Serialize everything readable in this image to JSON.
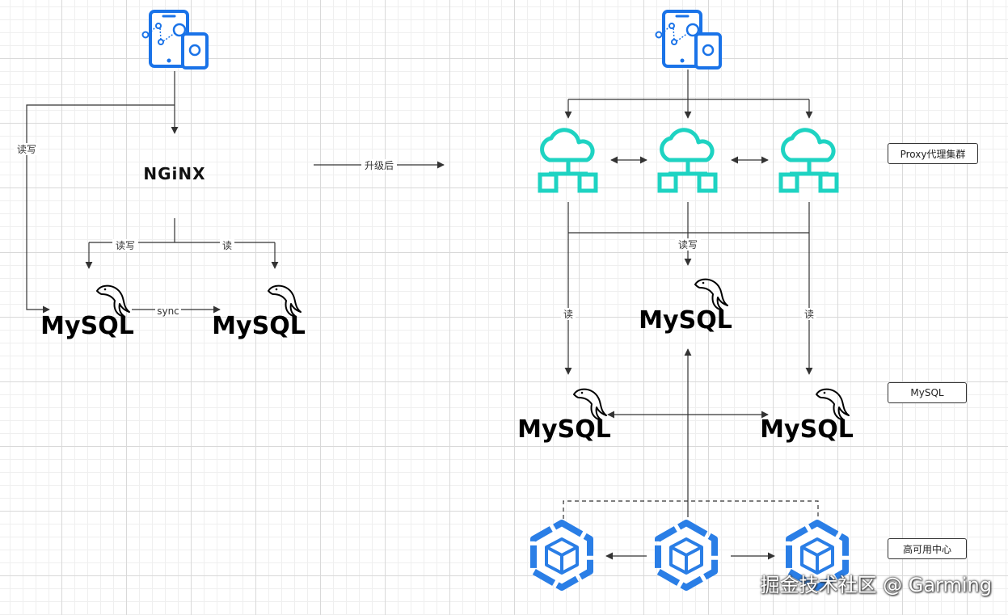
{
  "left": {
    "label_rw_side": "读写",
    "nginx": "NGiNX",
    "label_rw": "读写",
    "label_read": "读",
    "label_sync": "sync",
    "mysql_master": "MySQL",
    "mysql_slave": "MySQL"
  },
  "upgrade_label": "升级后",
  "right": {
    "label_rw": "读写",
    "label_read_left": "读",
    "label_read_right": "读",
    "mysql_master": "MySQL",
    "mysql_slave_left": "MySQL",
    "mysql_slave_right": "MySQL"
  },
  "legend": {
    "proxy": "Proxy代理集群",
    "mysql": "MySQL",
    "ha": "高可用中心"
  },
  "watermark": "掘金技术社区 @ Garming",
  "colors": {
    "phone": "#1a73e8",
    "cloud": "#1ed3c2",
    "ha": "#2a7ee6",
    "line": "#333333"
  }
}
